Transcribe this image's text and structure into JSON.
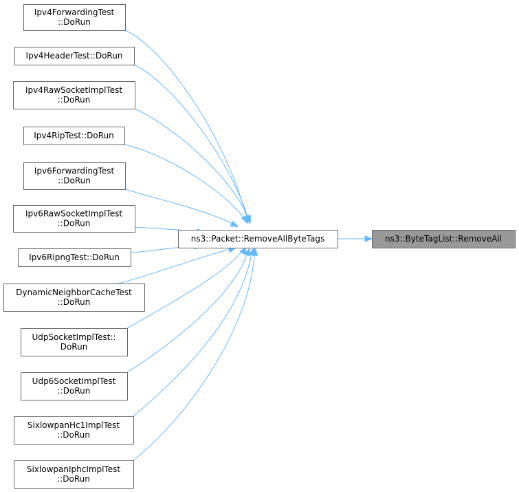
{
  "graph": {
    "callers": [
      {
        "id": "ipv4-forwarding-test",
        "lines": [
          "Ipv4ForwardingTest",
          "::DoRun"
        ]
      },
      {
        "id": "ipv4-header-test",
        "lines": [
          "Ipv4HeaderTest::DoRun"
        ]
      },
      {
        "id": "ipv4-raw-socket-impl-test",
        "lines": [
          "Ipv4RawSocketImplTest",
          "::DoRun"
        ]
      },
      {
        "id": "ipv4-rip-test",
        "lines": [
          "Ipv4RipTest::DoRun"
        ]
      },
      {
        "id": "ipv6-forwarding-test",
        "lines": [
          "Ipv6ForwardingTest",
          "::DoRun"
        ]
      },
      {
        "id": "ipv6-raw-socket-impl-test",
        "lines": [
          "Ipv6RawSocketImplTest",
          "::DoRun"
        ]
      },
      {
        "id": "ipv6-ripng-test",
        "lines": [
          "Ipv6RipngTest::DoRun"
        ]
      },
      {
        "id": "dynamic-neighbor-cache-test",
        "lines": [
          "DynamicNeighborCacheTest",
          "::DoRun"
        ]
      },
      {
        "id": "udp-socket-impl-test",
        "lines": [
          "UdpSocketImplTest::",
          "DoRun"
        ]
      },
      {
        "id": "udp6-socket-impl-test",
        "lines": [
          "Udp6SocketImplTest",
          "::DoRun"
        ]
      },
      {
        "id": "sixlowpan-hc1-impl-test",
        "lines": [
          "SixlowpanHc1ImplTest",
          "::DoRun"
        ]
      },
      {
        "id": "sixlowpan-iphc-impl-test",
        "lines": [
          "SixlowpanIphcImplTest",
          "::DoRun"
        ]
      }
    ],
    "center": {
      "id": "remove-all-byte-tags",
      "lines": [
        "ns3::Packet::RemoveAllByteTags"
      ]
    },
    "target": {
      "id": "byte-tag-list-remove-all",
      "lines": [
        "ns3::ByteTagList::RemoveAll"
      ]
    },
    "colors": {
      "edge": "#63b8ff",
      "node_border": "#666666",
      "target_fill": "#999999",
      "node_fill": "#ffffff"
    }
  }
}
